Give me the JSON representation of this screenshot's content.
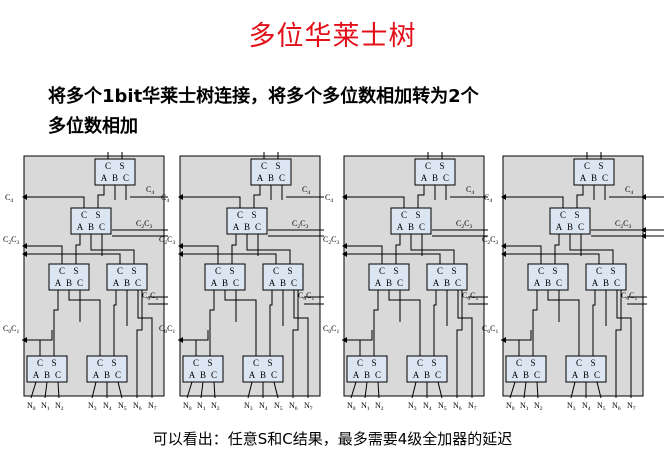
{
  "title": "多位华莱士树",
  "subtitle_line1": "将多个1bit华莱士树连接，将多个多位数相加转为2个",
  "subtitle_line2": "多位数相加",
  "footer": "可以看出：任意S和C结果，最多需要4级全加器的延迟",
  "adder": {
    "top_labels": [
      "C",
      "S"
    ],
    "bottom_labels": [
      "A",
      "B",
      "C"
    ]
  },
  "signal_labels": {
    "c4": [
      "C",
      "4"
    ],
    "c2c3": [
      "C",
      "2",
      "C",
      "3"
    ],
    "c0c1": [
      "C",
      "0",
      "C",
      "1"
    ]
  },
  "inputs": [
    [
      "N",
      "0"
    ],
    [
      "N",
      "1"
    ],
    [
      "N",
      "2"
    ],
    [
      "N",
      "3"
    ],
    [
      "N",
      "4"
    ],
    [
      "N",
      "5"
    ],
    [
      "N",
      "6"
    ],
    [
      "N",
      "7"
    ]
  ],
  "tree_count": 4,
  "colors": {
    "title": "#e3101a",
    "panel_fill": "#d9d9d9",
    "adder_fill": "#dce6f2",
    "line": "#000000"
  }
}
